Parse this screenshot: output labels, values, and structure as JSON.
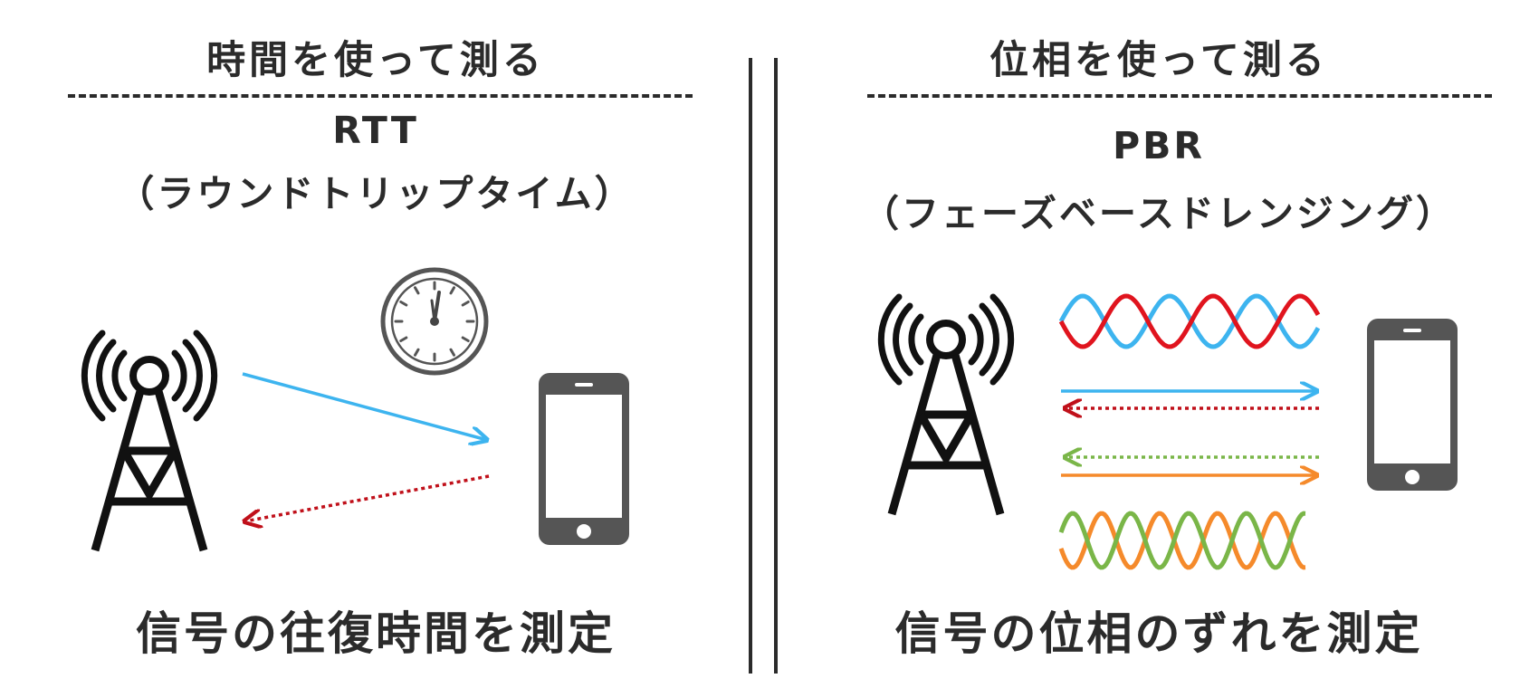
{
  "left": {
    "heading": "時間を使って測る",
    "method_name": "RTT",
    "method_full": "（ラウンドトリップタイム）",
    "caption": "信号の往復時間を測定"
  },
  "right": {
    "heading": "位相を使って測る",
    "method_name": "PBR",
    "method_full": "（フェーズベースドレンジング）",
    "caption": "信号の位相のずれを測定"
  },
  "icons": [
    "antenna-tower-icon",
    "stopwatch-icon",
    "smartphone-icon"
  ],
  "colors": {
    "text": "#2b2b2b",
    "blue": "#3db4ef",
    "red": "#e0141e",
    "dark_red": "#c0101a",
    "green": "#7ab648",
    "orange": "#f58a2b",
    "phone": "#555555"
  }
}
